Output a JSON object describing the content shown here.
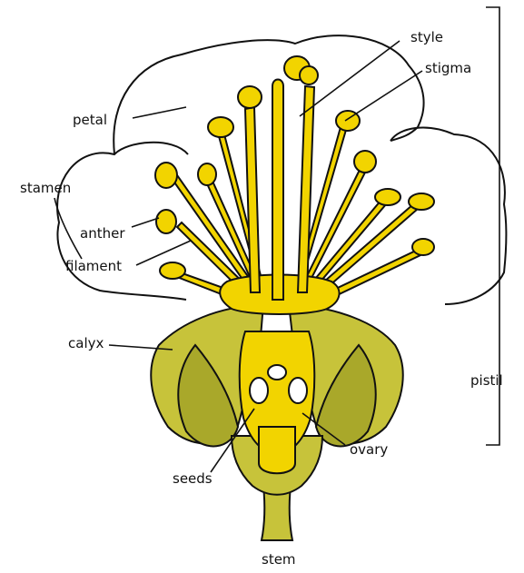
{
  "labels": {
    "style": "style",
    "stigma": "stigma",
    "petal": "petal",
    "stamen": "stamen",
    "anther": "anther",
    "filament": "filament",
    "calyx": "calyx",
    "pistil": "pistil",
    "ovary": "ovary",
    "seeds": "seeds",
    "stem": "stem"
  },
  "colors": {
    "yellow": "#f2d400",
    "olive": "#c7c33a",
    "olive_dark": "#a9a82a",
    "outline": "#111111",
    "background": "#ffffff"
  }
}
